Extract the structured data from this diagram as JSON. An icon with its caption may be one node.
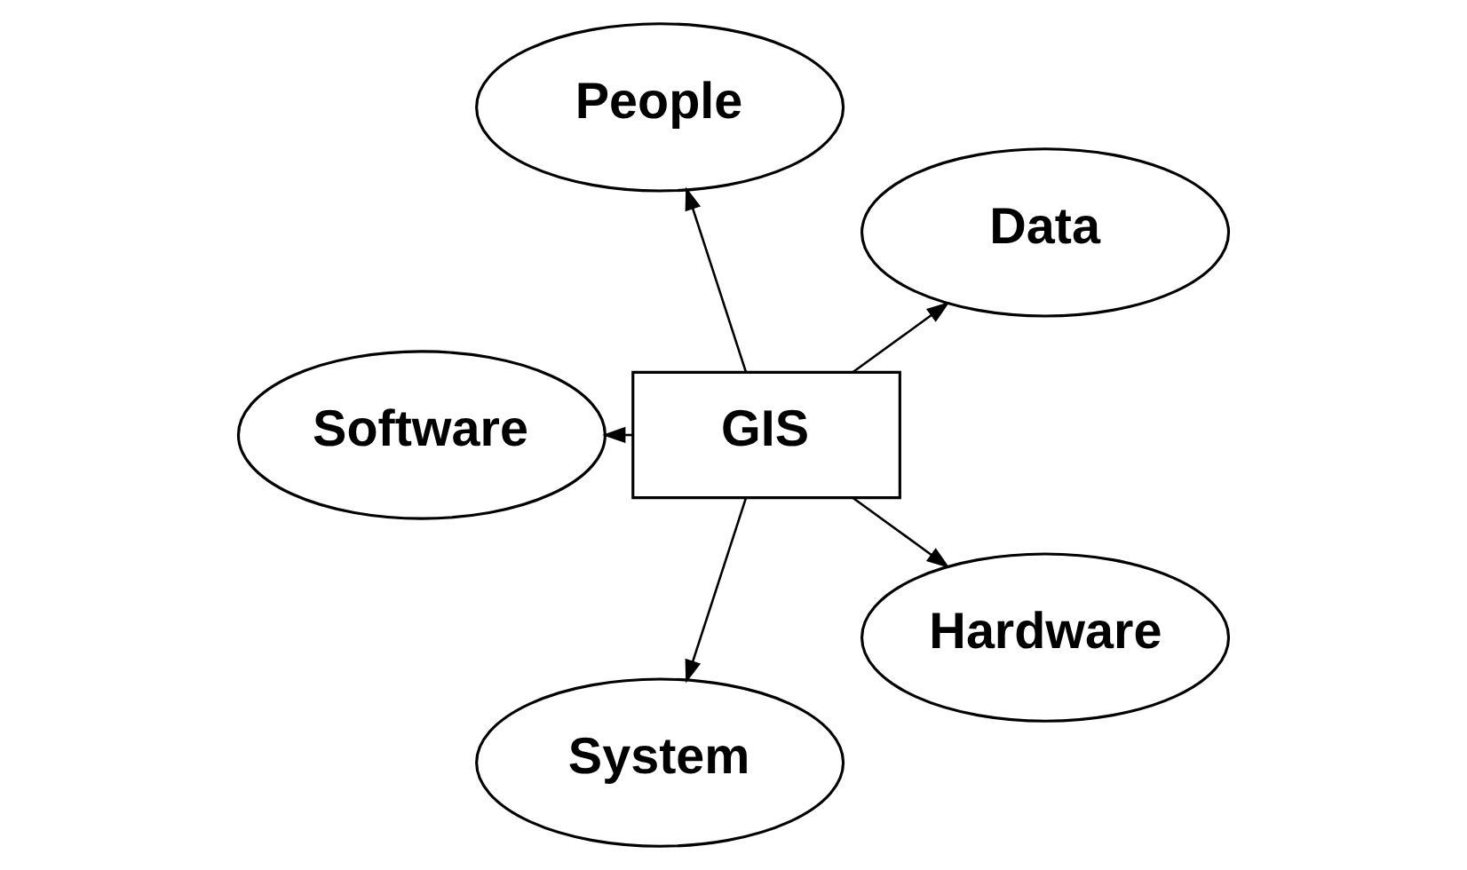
{
  "diagram": {
    "nodes": [
      {
        "text": [
          "Data"
        ]
      },
      {
        "text": [
          "People"
        ]
      },
      {
        "text": [
          "Software"
        ]
      },
      {
        "text": [
          "GIS"
        ]
      },
      {
        "text": [
          "System"
        ]
      },
      {
        "text": [
          "Hardware"
        ]
      }
    ],
    "edges": [
      {
        "from": 3,
        "to": 0,
        "arrow": "to"
      },
      {
        "from": 3,
        "to": 1,
        "arrow": "to"
      },
      {
        "from": 3,
        "to": 2,
        "arrow": "to"
      },
      {
        "from": 3,
        "to": 4,
        "arrow": "to"
      },
      {
        "from": 3,
        "to": 5,
        "arrow": "to"
      }
    ]
  }
}
